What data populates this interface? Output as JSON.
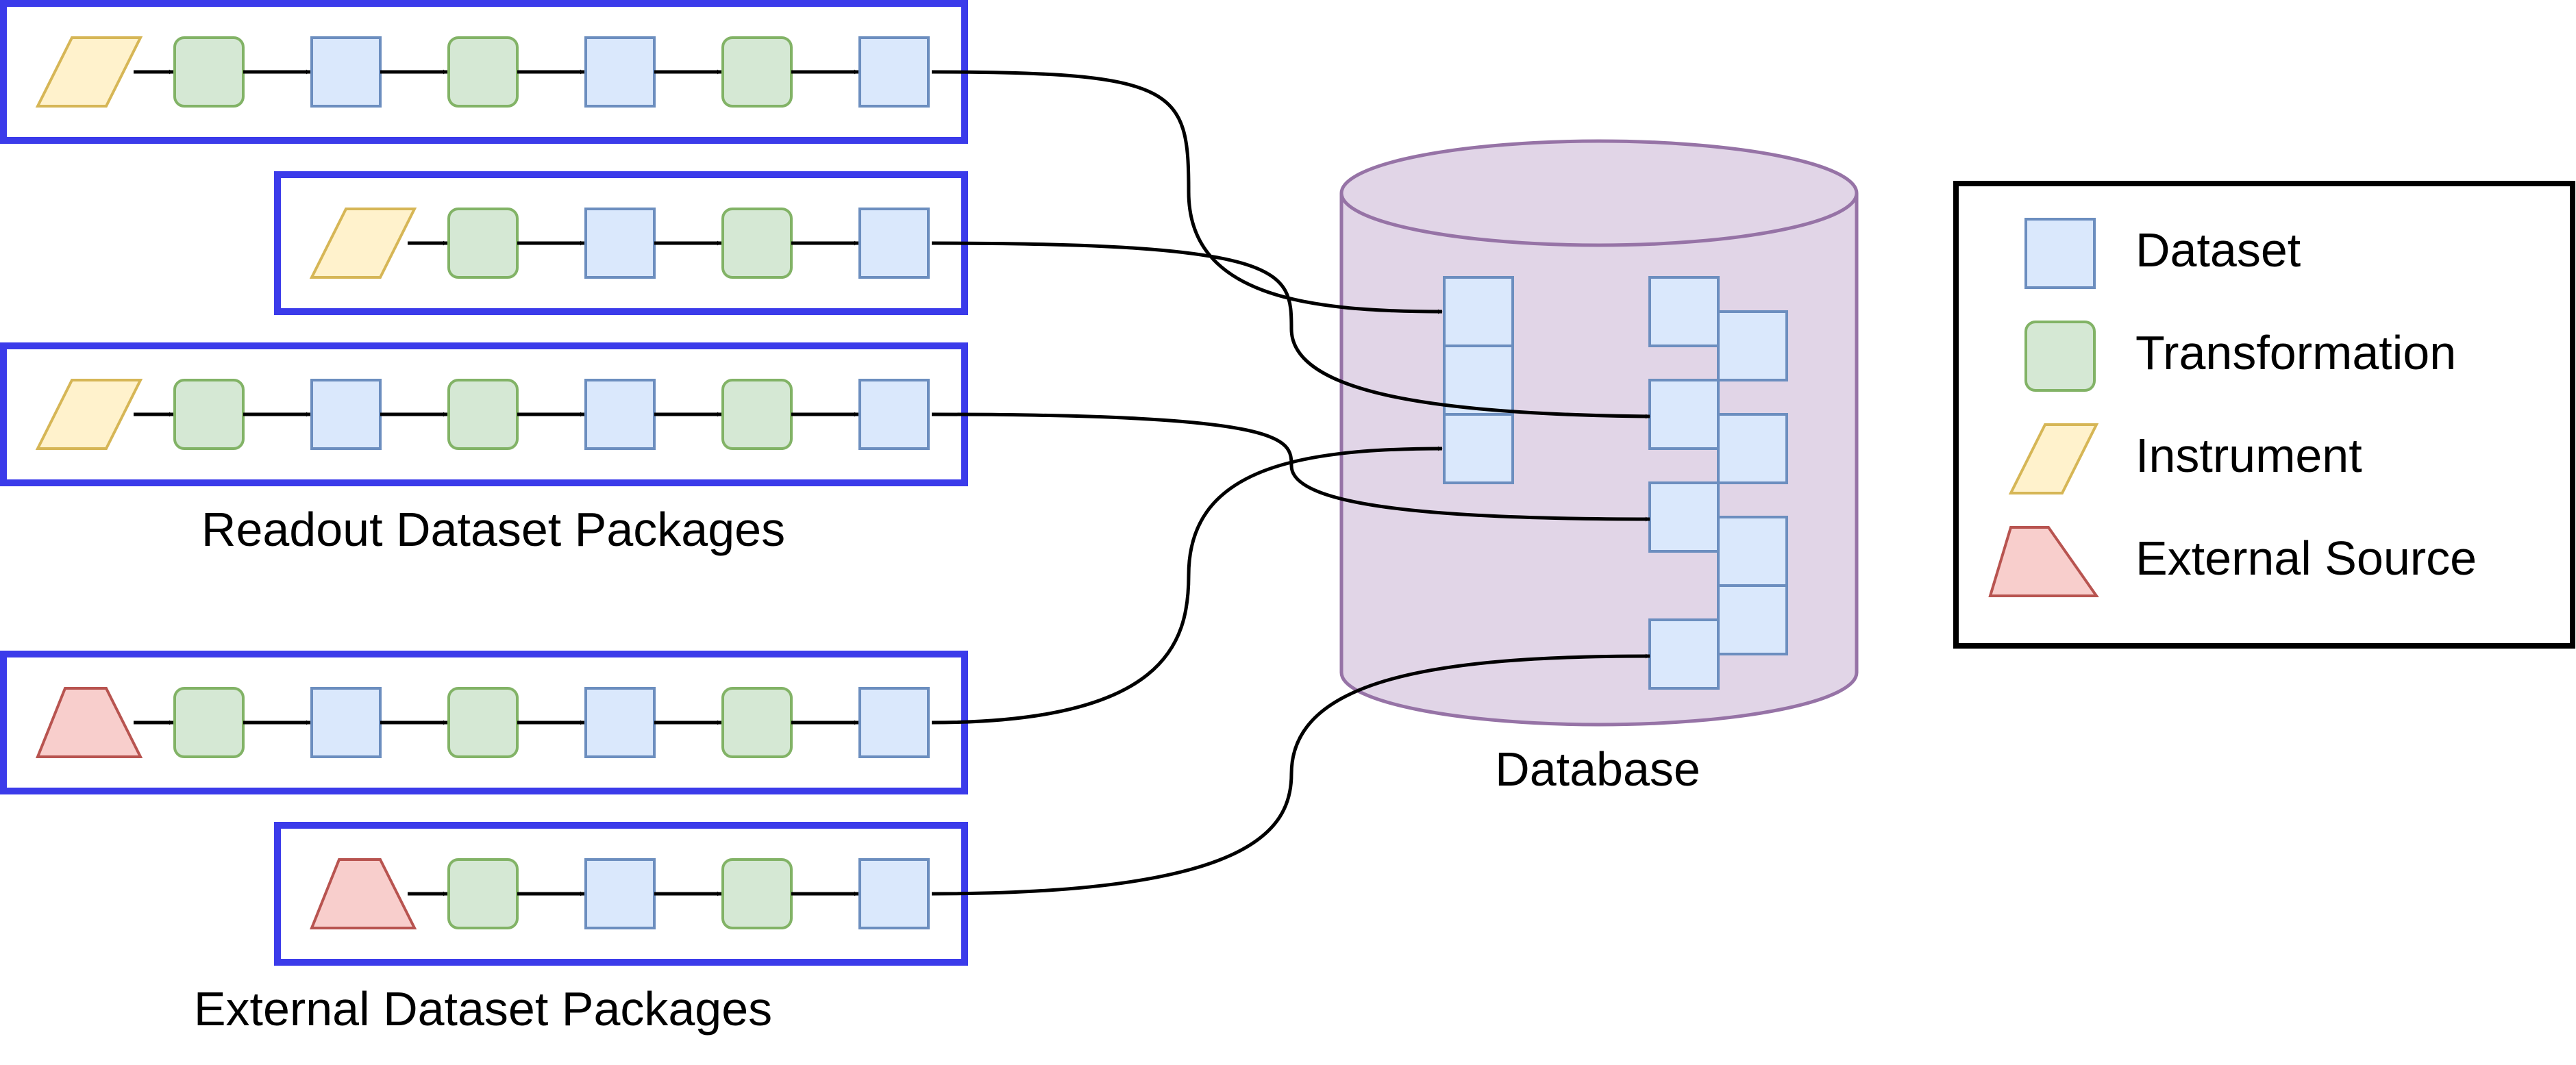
{
  "colors": {
    "package_border": "#3b3bea",
    "dataset_fill": "#dae8fc",
    "dataset_stroke": "#6c8ebf",
    "transformation_fill": "#d5e8d4",
    "transformation_stroke": "#82b366",
    "instrument_fill": "#fff2cc",
    "instrument_stroke": "#d6b656",
    "external_fill": "#f8cecc",
    "external_stroke": "#b85450",
    "database_fill": "#e1d5e7",
    "database_stroke": "#9673a6"
  },
  "labels": {
    "readout_packages": "Readout Dataset Packages",
    "external_packages": "External Dataset Packages",
    "database": "Database"
  },
  "legend": {
    "items": [
      {
        "icon": "dataset-square",
        "label": "Dataset"
      },
      {
        "icon": "transformation-rounded-square",
        "label": "Transformation"
      },
      {
        "icon": "instrument-parallelogram",
        "label": "Instrument"
      },
      {
        "icon": "external-source-trapezoid",
        "label": "External Source"
      }
    ]
  },
  "packages": [
    {
      "group": "readout",
      "source": "instrument",
      "steps": [
        "transformation",
        "dataset",
        "transformation",
        "dataset",
        "transformation",
        "dataset"
      ]
    },
    {
      "group": "readout",
      "source": "instrument",
      "steps": [
        "transformation",
        "dataset",
        "transformation",
        "dataset"
      ]
    },
    {
      "group": "readout",
      "source": "instrument",
      "steps": [
        "transformation",
        "dataset",
        "transformation",
        "dataset",
        "transformation",
        "dataset"
      ]
    },
    {
      "group": "external",
      "source": "external",
      "steps": [
        "transformation",
        "dataset",
        "transformation",
        "dataset",
        "transformation",
        "dataset"
      ]
    },
    {
      "group": "external",
      "source": "external",
      "steps": [
        "transformation",
        "dataset",
        "transformation",
        "dataset"
      ]
    }
  ]
}
